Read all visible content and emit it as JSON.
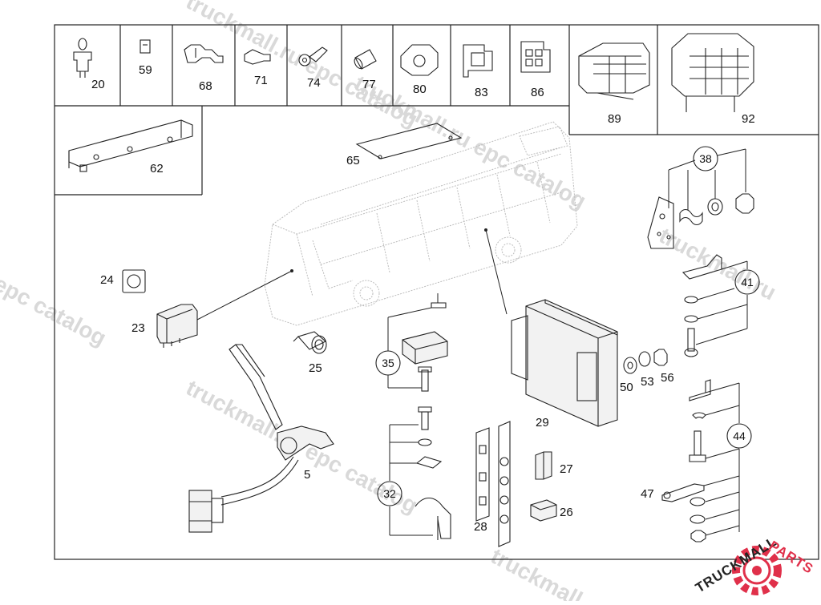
{
  "watermark": {
    "text_a": "truckmall.ru epc catalog",
    "text_b": "u epc catalog",
    "text_c": "truckmall.ru",
    "text_d": "epc catalog",
    "text_e": "truckmall.ru",
    "text_f": "truckmall.ru",
    "text_g": "epc catalog"
  },
  "brand": {
    "name_part1": "TRUCKMALL",
    "name_part2": "PARTS",
    "color_dark": "#222222",
    "color_accent": "#e0304a"
  },
  "top_row_labels": [
    "20",
    "59",
    "68",
    "71",
    "74",
    "77",
    "80",
    "83",
    "86"
  ],
  "relay_labels": [
    "89",
    "92"
  ],
  "bracket_label": "62",
  "main_labels": {
    "p65": "65",
    "p24": "24",
    "p23": "23",
    "p25": "25",
    "p5": "5",
    "p29": "29",
    "p50": "50",
    "p53": "53",
    "p56": "56",
    "p27": "27",
    "p26": "26",
    "p28": "28",
    "p47": "47"
  },
  "callouts": {
    "c38": "38",
    "c41": "41",
    "c44": "44",
    "c35": "35",
    "c32": "32"
  },
  "icons": [
    "bulb-socket-icon",
    "clip-icon",
    "terminal-icon",
    "pin-icon",
    "ring-terminal-icon",
    "sleeve-icon",
    "connector-icon",
    "bus-outline-icon",
    "control-unit-icon",
    "switch-icon",
    "logo-gear-icon"
  ]
}
